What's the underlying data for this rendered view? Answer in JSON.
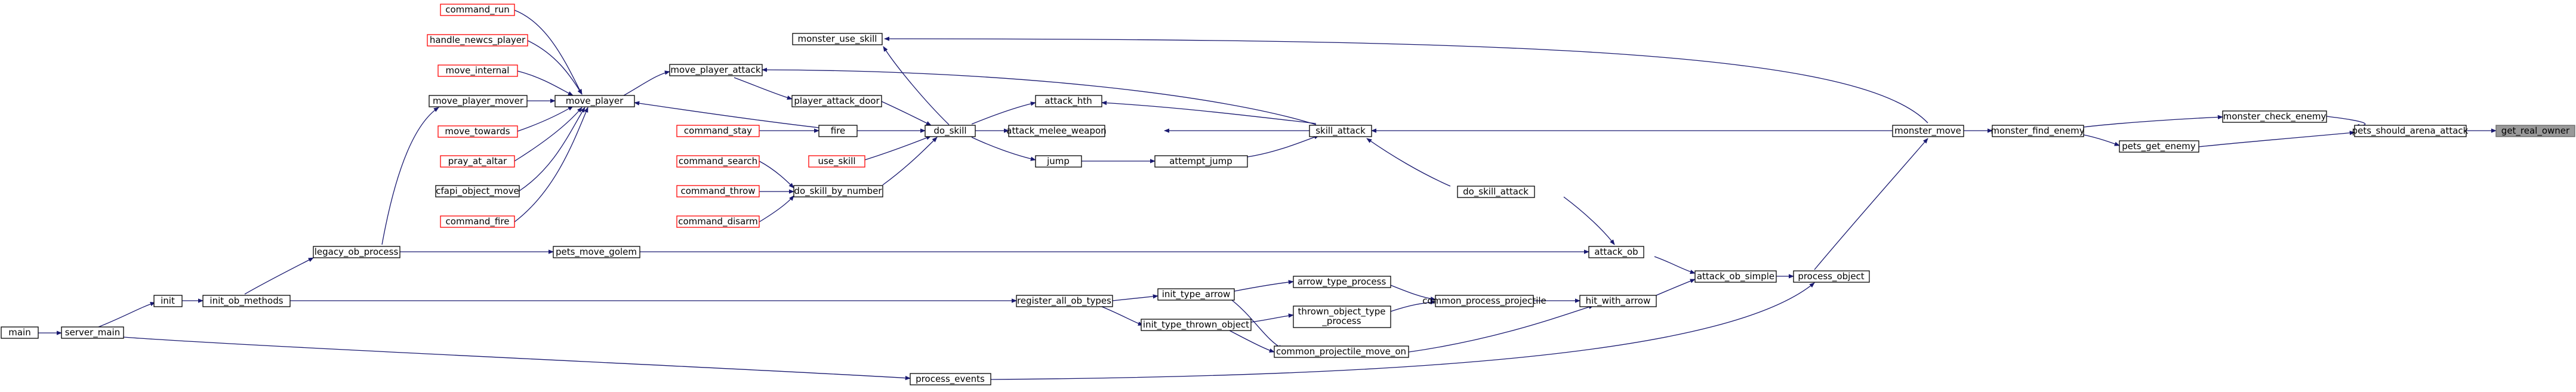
{
  "colors": {
    "edge": "#191970",
    "node_border": "#000000",
    "caller_not_documented_border": "#ff0000",
    "root_fill": "#999999"
  },
  "nodes": {
    "main": "main",
    "server_main": "server_main",
    "init": "init",
    "init_ob_methods": "init_ob_methods",
    "legacy_ob_process": "legacy_ob_process",
    "move_player_mover": "move_player_mover",
    "cfapi_object_move": "cfapi_object_move",
    "command_run": "command_run",
    "handle_newcs_player": "handle_newcs_player",
    "move_internal": "move_internal",
    "move_towards": "move_towards",
    "pray_at_altar": "pray_at_altar",
    "command_fire": "command_fire",
    "move_player": "move_player",
    "move_player_attack": "move_player_attack",
    "player_attack_door": "player_attack_door",
    "command_stay": "command_stay",
    "fire": "fire",
    "use_skill": "use_skill",
    "command_search": "command_search",
    "command_throw": "command_throw",
    "command_disarm": "command_disarm",
    "do_skill_by_number": "do_skill_by_number",
    "do_skill": "do_skill",
    "monster_use_skill": "monster_use_skill",
    "attack_hth": "attack_hth",
    "attack_melee_weapon": "attack_melee_weapon",
    "jump": "jump",
    "attempt_jump": "attempt_jump",
    "skill_attack": "skill_attack",
    "do_skill_attack": "do_skill_attack",
    "pets_move_golem": "pets_move_golem",
    "attack_ob": "attack_ob",
    "register_all_ob_types": "register_all_ob_types",
    "init_type_arrow": "init_type_arrow",
    "init_type_thrown_object": "init_type_thrown_object",
    "arrow_type_process": "arrow_type_process",
    "thrown_object_type_process_l1": "thrown_object_type",
    "thrown_object_type_process_l2": "_process",
    "common_projectile_move_on": "common_projectile_move_on",
    "common_process_projectile": "common_process_projectile",
    "hit_with_arrow": "hit_with_arrow",
    "attack_ob_simple": "attack_ob_simple",
    "process_object": "process_object",
    "process_events": "process_events",
    "monster_move": "monster_move",
    "monster_find_enemy": "monster_find_enemy",
    "monster_check_enemy": "monster_check_enemy",
    "pets_get_enemy": "pets_get_enemy",
    "pets_should_arena_attack": "pets_should_arena_attack",
    "get_real_owner": "get_real_owner"
  }
}
